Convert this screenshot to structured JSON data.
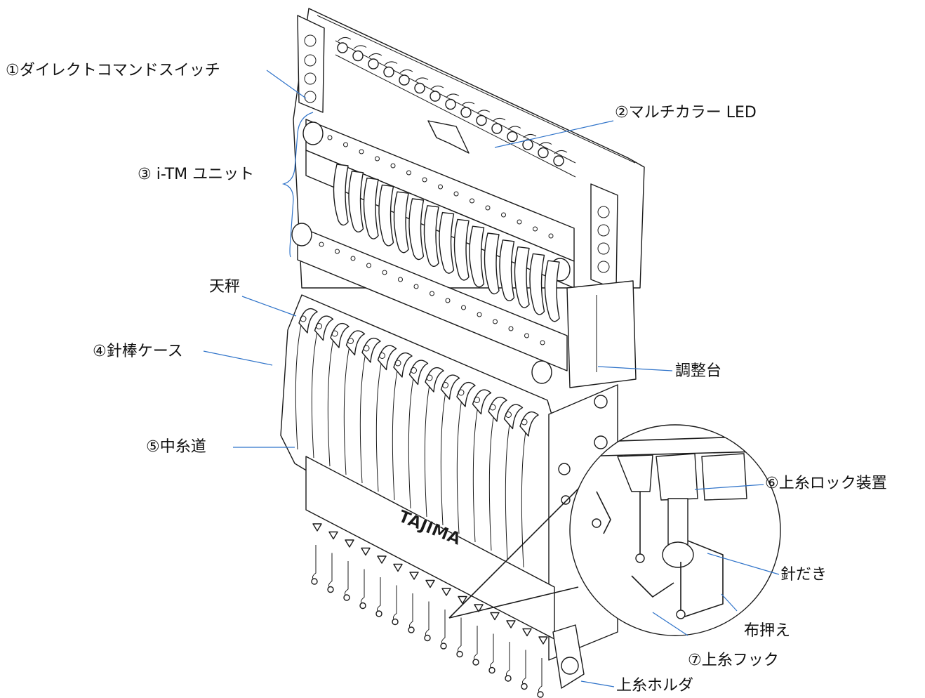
{
  "labels": {
    "direct_command_switch": "①ダイレクトコマンドスイッチ",
    "multicolor_led": "②マルチカラー LED",
    "itm_unit": "③ i-TM ユニット",
    "thread_takeup_lever": "天秤",
    "needle_bar_case": "④針棒ケース",
    "adjust_base": "調整台",
    "middle_thread_guide": "⑤中糸道",
    "upper_thread_lock": "⑥上糸ロック装置",
    "needle_plate": "針だき",
    "presser_foot": "布押え",
    "upper_thread_hook": "⑦上糸フック",
    "upper_thread_holder": "上糸ホルダ"
  },
  "brand": {
    "logo_text": "TAJIMA"
  },
  "colors": {
    "leader_line": "#2f73c9",
    "line_art": "#1a1a1a",
    "background": "#ffffff"
  }
}
